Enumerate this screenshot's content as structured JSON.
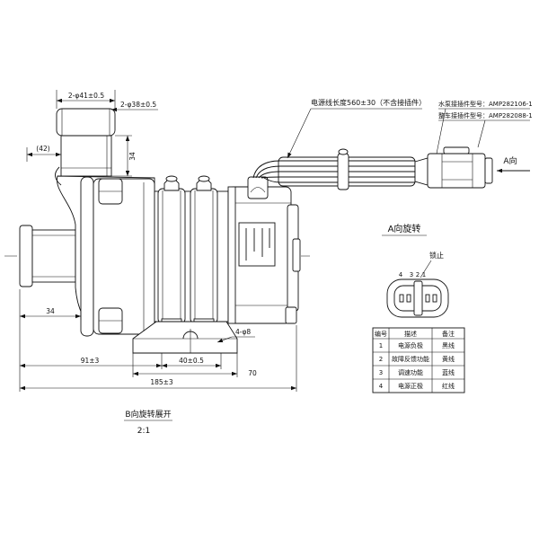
{
  "top_dims": {
    "outlet_diameter": "2-φ41±0.5",
    "inner_diameter": "2-φ38±0.5",
    "outlet_height": "34",
    "outlet_offset": "(42)"
  },
  "cable": {
    "length_note": "电源线长度560±30（不含接插件）",
    "pump_connector": "水泵接插件型号：AMP282106-1",
    "vehicle_connector": "整车接插件型号：AMP282088-1",
    "view_arrow": "A向"
  },
  "bottom_dims": {
    "inlet_length": "34",
    "mount_offset": "91±3",
    "hole_spacing": "40±0.5",
    "base_width": "70",
    "mount_holes": "4-φ8",
    "overall_length": "185±3"
  },
  "view_a": {
    "title": "A向旋转",
    "lock_label": "锁止",
    "pins": [
      "4",
      "3",
      "2",
      "1"
    ]
  },
  "view_b": {
    "title": "B向旋转展开",
    "scale": "2:1"
  },
  "pin_table": {
    "headers": [
      "编号",
      "描述",
      "备注"
    ],
    "rows": [
      [
        "1",
        "电源负极",
        "黑线"
      ],
      [
        "2",
        "故障反馈功能",
        "黄线"
      ],
      [
        "3",
        "调速功能",
        "蓝线"
      ],
      [
        "4",
        "电源正极",
        "红线"
      ]
    ]
  }
}
